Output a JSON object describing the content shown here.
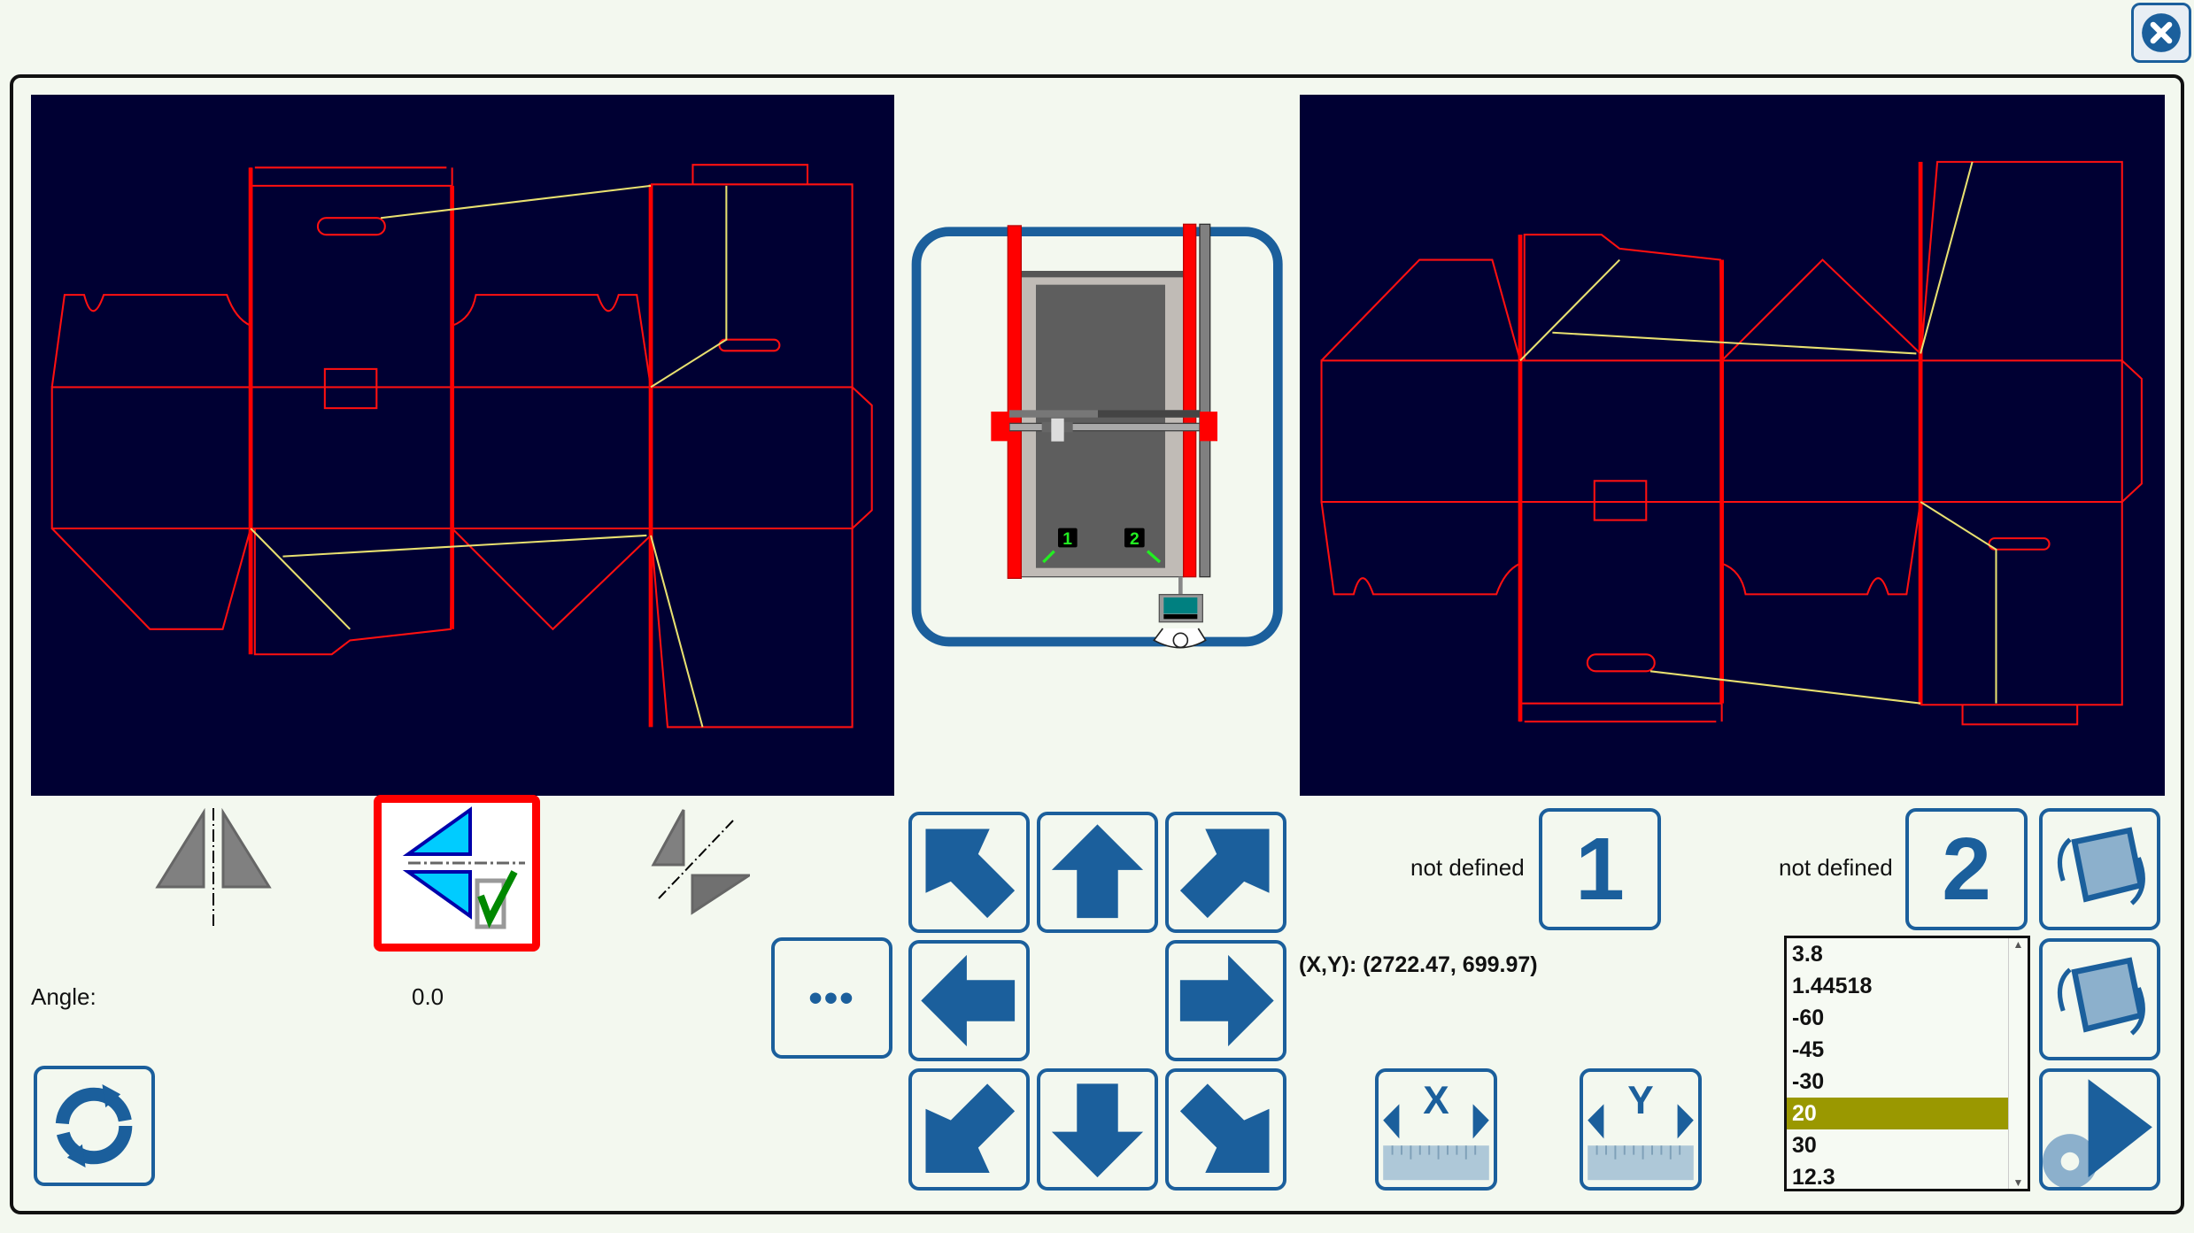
{
  "window": {
    "close_icon": "close-icon"
  },
  "canvases": {
    "left": "dieline-preview-original",
    "right": "dieline-preview-mirrored"
  },
  "machine": {
    "marker_1": "1",
    "marker_2": "2"
  },
  "mirror": {
    "options": [
      "mirror-vertical-axis",
      "mirror-horizontal-axis",
      "mirror-diagonal-axis"
    ],
    "selected": 1
  },
  "angle": {
    "label": "Angle:",
    "value": "0.0"
  },
  "reference": {
    "point1_status": "not defined",
    "point1_label": "1",
    "point2_status": "not defined",
    "point2_label": "2"
  },
  "coords": {
    "text": "(X,Y): (2722.47, 699.97)"
  },
  "more_label": "•••",
  "measure": {
    "x_label": "X",
    "y_label": "Y"
  },
  "angle_list": {
    "items": [
      "3.8",
      "1.44518",
      "-60",
      "-45",
      "-30",
      "20",
      "30",
      "12.3"
    ],
    "selected_index": 5
  },
  "colors": {
    "accent": "#1b5f9c",
    "selected": "#9a9800",
    "highlight": "#ff0000",
    "canvas": "#000033",
    "cut": "#ff0000",
    "crease": "#e8e070"
  }
}
